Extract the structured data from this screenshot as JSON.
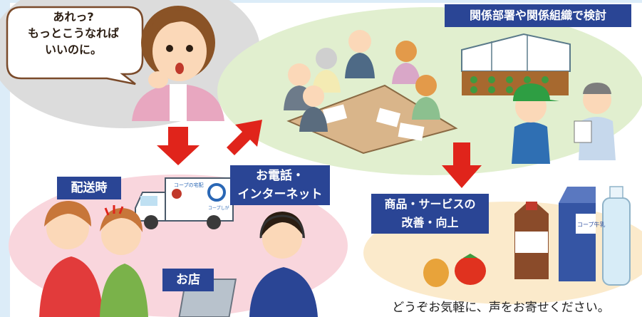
{
  "speech_bubble": {
    "lines": [
      "あれっ?",
      "もっとこうなれば",
      "いいのに。"
    ]
  },
  "labels": {
    "delivery": "配送時",
    "store": "お店",
    "phone_internet": [
      "お電話・",
      "インターネット"
    ],
    "review": "関係部署や関係組織で検討",
    "improvement": [
      "商品・サービスの",
      "改善・向上"
    ]
  },
  "truck_text": {
    "brand": "コープの宅配",
    "sub": "コープしが"
  },
  "milk_carton_text": "コープ牛乳",
  "footer": "どうぞお気軽に、声をお寄せください。",
  "colors": {
    "label_bg": "#2a4595",
    "arrow_red": "#e0241b",
    "feedback_zone": "#f9d6dd",
    "member_zone": "#dcdcdc",
    "meeting_zone": "#e1efcf",
    "improve_zone": "#fbeacb",
    "side_panel": "#dcecf8"
  }
}
